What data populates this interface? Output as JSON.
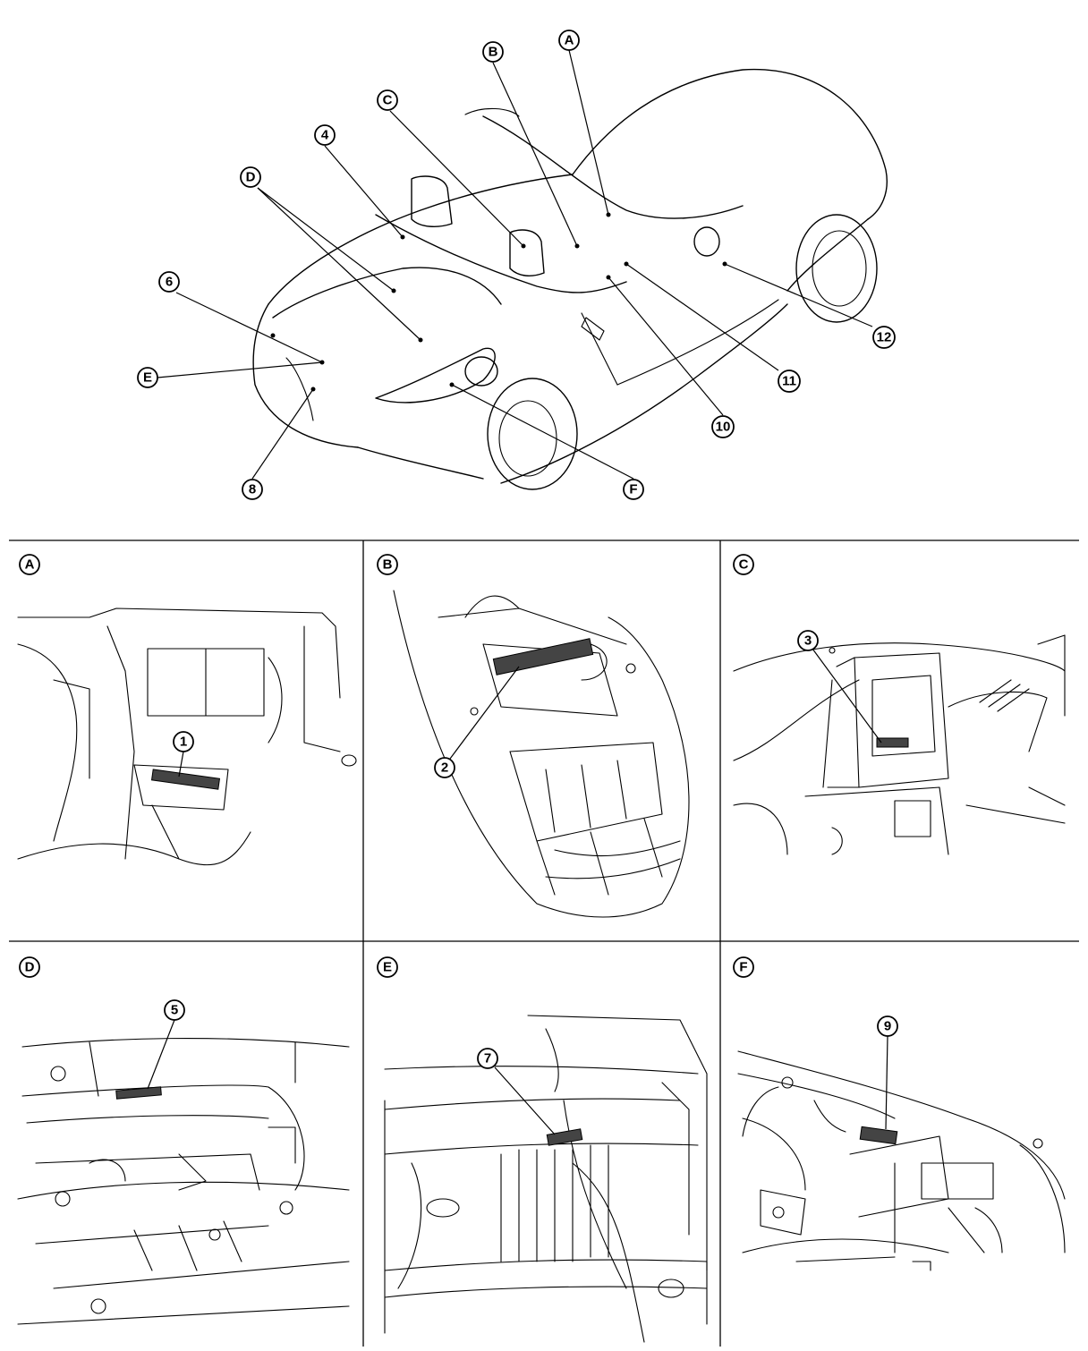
{
  "overview": {
    "letters": [
      "A",
      "B",
      "C",
      "D",
      "E",
      "F"
    ],
    "numbers": [
      "4",
      "6",
      "8",
      "10",
      "11",
      "12"
    ]
  },
  "panels": [
    {
      "id": "A",
      "part": "1"
    },
    {
      "id": "B",
      "part": "2"
    },
    {
      "id": "C",
      "part": "3"
    },
    {
      "id": "D",
      "part": "5"
    },
    {
      "id": "E",
      "part": "7"
    },
    {
      "id": "F",
      "part": "9"
    }
  ]
}
